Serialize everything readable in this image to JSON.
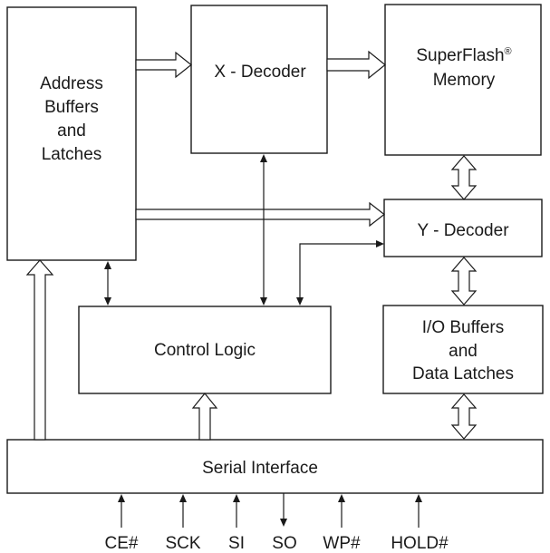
{
  "blocks": {
    "address_buffers": {
      "lines": [
        "Address",
        "Buffers",
        "and",
        "Latches"
      ]
    },
    "x_decoder": {
      "label": "X - Decoder"
    },
    "superflash_memory": {
      "line1": "SuperFlash",
      "line1_mark": "®",
      "line2": "Memory"
    },
    "y_decoder": {
      "label": "Y - Decoder"
    },
    "control_logic": {
      "label": "Control Logic"
    },
    "io_buffers": {
      "lines": [
        "I/O Buffers",
        "and",
        "Data Latches"
      ]
    },
    "serial_interface": {
      "label": "Serial Interface"
    }
  },
  "pins": [
    "CE#",
    "SCK",
    "SI",
    "SO",
    "WP#",
    "HOLD#"
  ]
}
